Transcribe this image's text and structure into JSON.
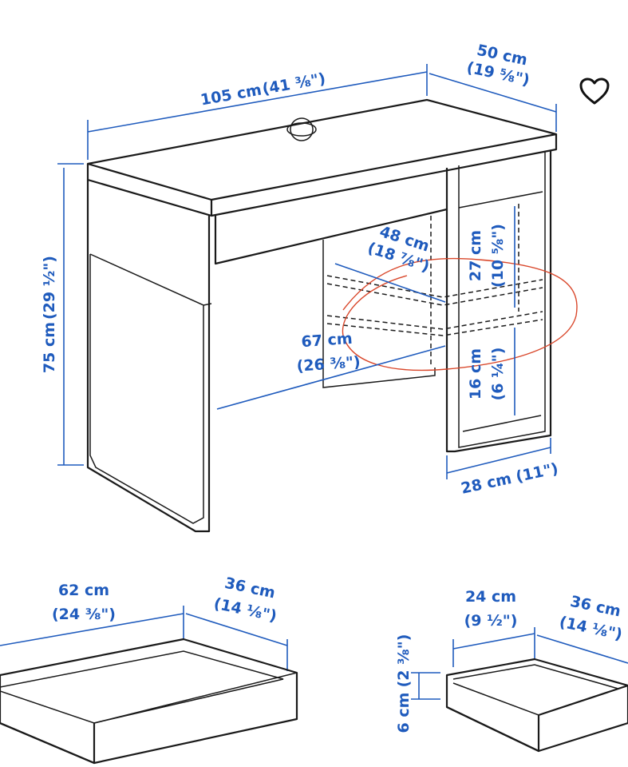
{
  "colors": {
    "dimension": "#1f5bbd",
    "annotation": "#d9472b",
    "line": "#1a1a1a"
  },
  "favorite_icon": "heart-outline-icon",
  "desk": {
    "width": {
      "metric": "105 cm",
      "imperial": "(41 ⅜\")"
    },
    "depth": {
      "metric": "50 cm",
      "imperial": "(19 ⅝\")"
    },
    "height": {
      "metric": "75 cm",
      "imperial": "(29 ½\")"
    },
    "shelf_depth": {
      "metric": "48 cm",
      "imperial": "(18 ⅞\")"
    },
    "upper_clearance": {
      "metric": "27 cm",
      "imperial": "(10 ⅝\")"
    },
    "legroom_width": {
      "metric": "67 cm",
      "imperial": "(26 ⅜\")"
    },
    "lower_clearance": {
      "metric": "16 cm",
      "imperial": "(6 ¼\")"
    },
    "cabinet_width": {
      "metric": "28 cm",
      "imperial": "(11\")"
    }
  },
  "large_drawer": {
    "width": {
      "metric": "62 cm",
      "imperial": "(24 ⅜\")"
    },
    "depth": {
      "metric": "36 cm",
      "imperial": "(14 ⅛\")"
    }
  },
  "small_drawer": {
    "width": {
      "metric": "24 cm",
      "imperial": "(9 ½\")"
    },
    "depth": {
      "metric": "36 cm",
      "imperial": "(14 ⅛\")"
    },
    "height": {
      "metric": "6 cm",
      "imperial": "(2 ⅜\")"
    }
  }
}
